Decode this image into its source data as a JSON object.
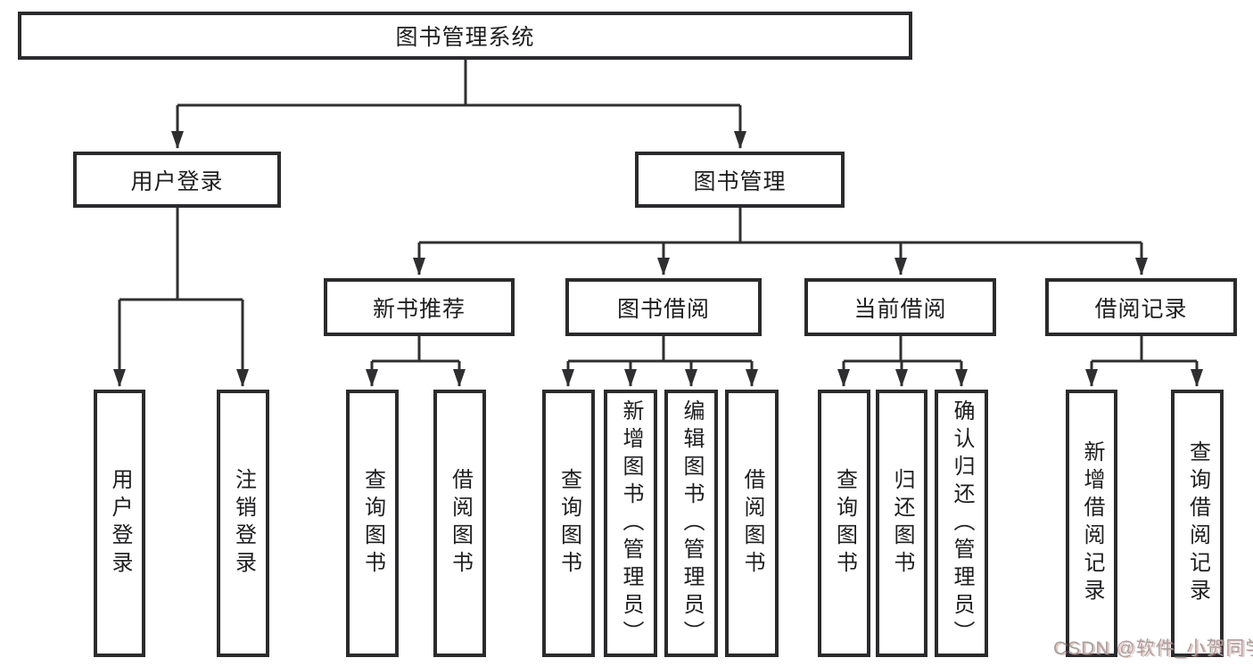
{
  "tree": {
    "root": "图书管理系统",
    "user": {
      "label": "用户登录",
      "children": [
        "用户登录",
        "注销登录"
      ]
    },
    "book": {
      "label": "图书管理",
      "sections": [
        {
          "label": "新书推荐",
          "children": [
            "查询图书",
            "借阅图书"
          ]
        },
        {
          "label": "图书借阅",
          "children": [
            "查询图书",
            "新增图书（管理员）",
            "编辑图书（管理员）",
            "借阅图书"
          ]
        },
        {
          "label": "当前借阅",
          "children": [
            "查询图书",
            "归还图书",
            "确认归还（管理员）"
          ]
        },
        {
          "label": "借阅记录",
          "children": [
            "新增借阅记录",
            "查询借阅记录"
          ]
        }
      ]
    }
  },
  "watermark": "CSDN @软件_小贺同学"
}
